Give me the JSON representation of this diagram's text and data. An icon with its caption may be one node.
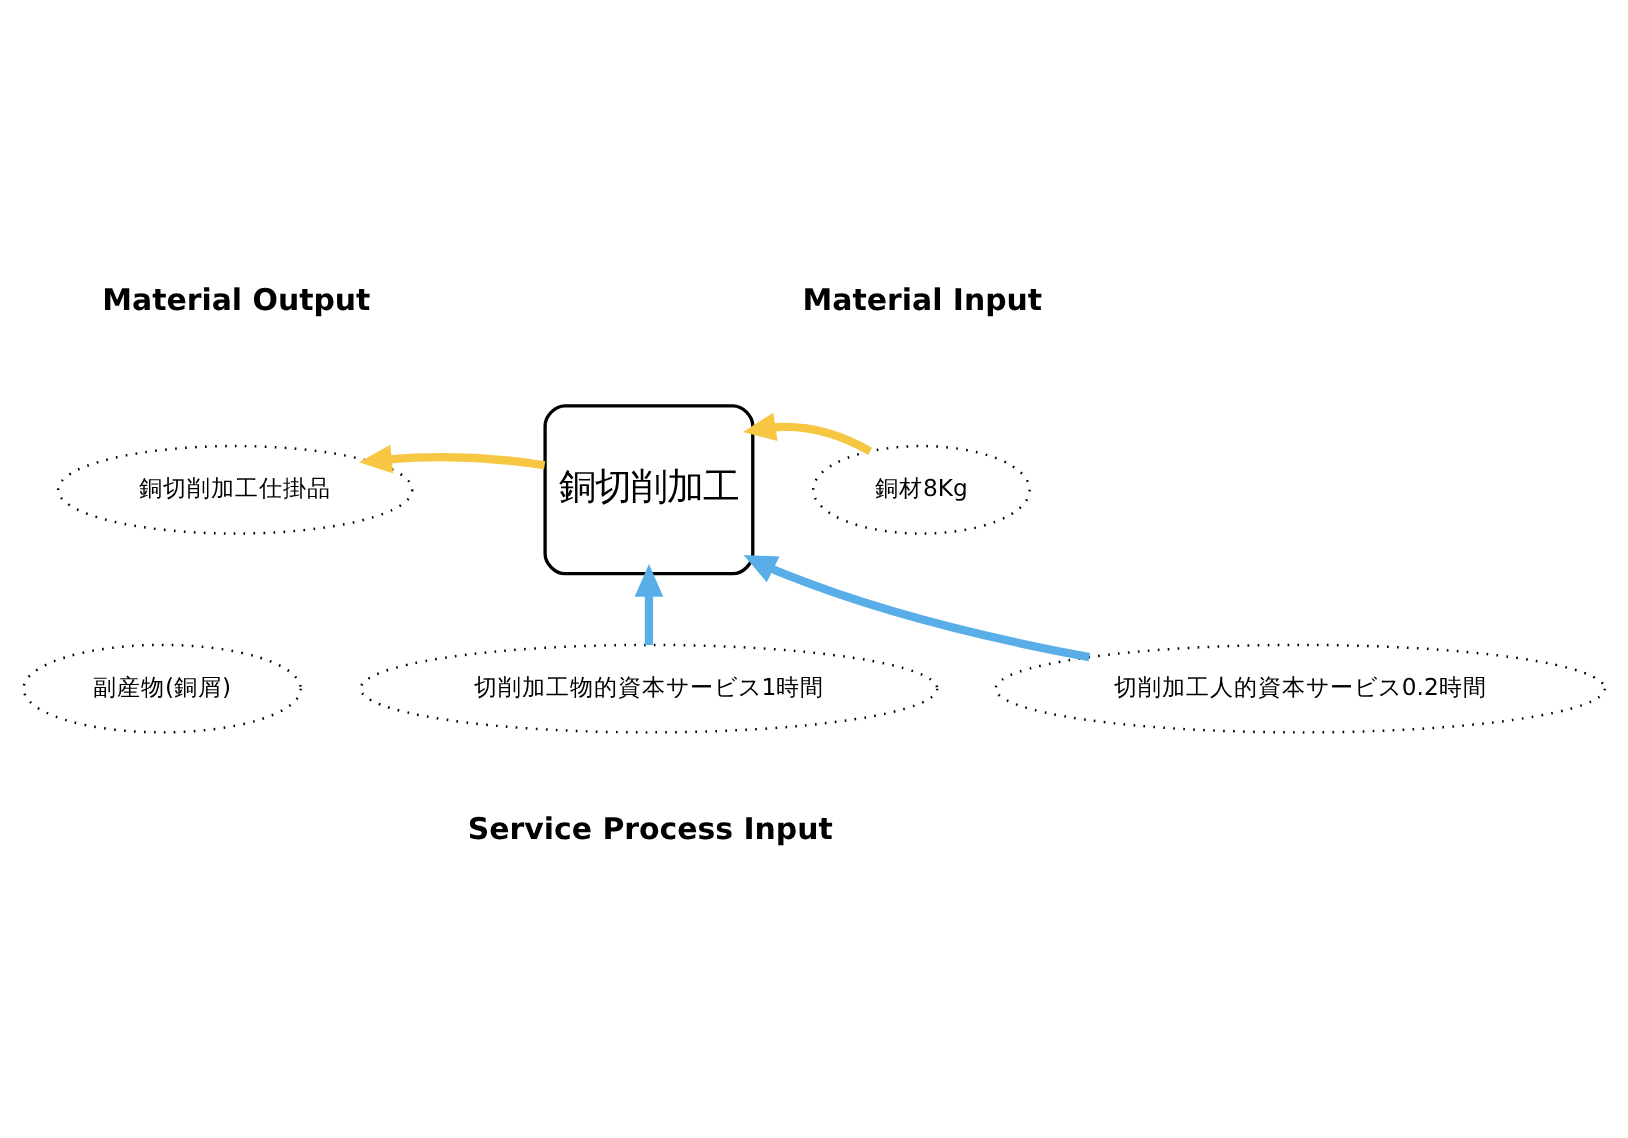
{
  "diagram": {
    "nodes": [
      {
        "text": [
          "銅切削加工"
        ]
      },
      {
        "text": [
          "銅切削加工仕掛品"
        ]
      },
      {
        "text": [
          "副産物(銅屑)"
        ]
      },
      {
        "text": [
          "銅材8Kg"
        ]
      },
      {
        "text": [
          "切削加工物的資本サービス1時間"
        ]
      },
      {
        "text": [
          "切削加工人的資本サービス0.2時間"
        ]
      }
    ],
    "edges": [
      {
        "from": 0,
        "to": 1,
        "arrow": "to",
        "color": "#f7c744"
      },
      {
        "from": 3,
        "to": 0,
        "arrow": "to",
        "color": "#f7c744"
      },
      {
        "from": 4,
        "to": 0,
        "arrow": "to",
        "color": "#5aaee8"
      },
      {
        "from": 5,
        "to": 0,
        "arrow": "to",
        "color": "#5aaee8"
      }
    ],
    "labels": [
      "Material Output",
      "Material Input",
      "Service Process Input"
    ]
  }
}
